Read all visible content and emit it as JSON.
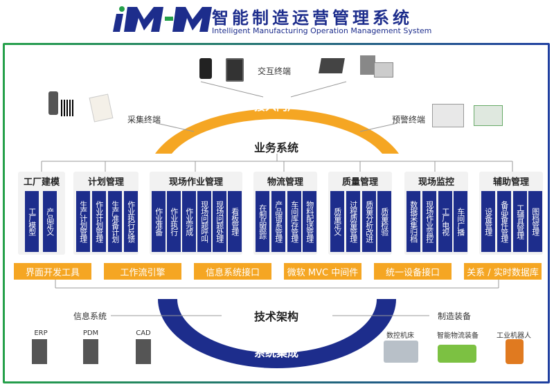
{
  "header": {
    "logo_text": "iM-M",
    "title_cn": "智能制造运营管理系统",
    "title_en": "Intelligent Manufacturing Operation Management System"
  },
  "top": {
    "interaction_terminal": "交互终端",
    "collect_terminal": "采集终端",
    "alarm_terminal": "预警终端",
    "access_portal": "接入门户",
    "business_system": "业务系统"
  },
  "modules": [
    {
      "title": "工厂建模",
      "functions": [
        "工厂模型",
        "产品定义"
      ]
    },
    {
      "title": "计划管理",
      "functions": [
        "生产计划管理",
        "作业计划管理",
        "生产准备计划",
        "作业执行反馈"
      ]
    },
    {
      "title": "现场作业管理",
      "functions": [
        "作业准备",
        "作业执行",
        "作业完成",
        "现场问题呼叫",
        "现场问题处理",
        "看板管理"
      ]
    },
    {
      "title": "物流管理",
      "functions": [
        "在制品跟踪",
        "产品谱系管理",
        "车间库存管理",
        "物料配送管理"
      ]
    },
    {
      "title": "质量管理",
      "functions": [
        "质量定义",
        "过程质量管理",
        "质量分析改进",
        "质量检验"
      ]
    },
    {
      "title": "现场监控",
      "functions": [
        "数据采集归档",
        "现场作业监控",
        "工厂电视",
        "车间广播"
      ]
    },
    {
      "title": "辅助管理",
      "functions": [
        "设备管理",
        "备品备件管理",
        "工辅具管理",
        "图档管理"
      ]
    }
  ],
  "tools": [
    "界面开发工具",
    "工作流引擎",
    "信息系统接口",
    "微软 MVC 中间件",
    "统一设备接口",
    "关系 / 实时数据库"
  ],
  "bottom": {
    "tech_arch": "技术架构",
    "sys_integration": "系统集成",
    "info_system": "信息系统",
    "mfg_equipment": "制造装备"
  },
  "info_systems": [
    "ERP",
    "PDM",
    "CAD"
  ],
  "equipment": [
    "数控机床",
    "智能物流装备",
    "工业机器人"
  ],
  "colors": {
    "orange": "#f5a623",
    "navy": "#1d2d8c",
    "green": "#25a04a"
  }
}
